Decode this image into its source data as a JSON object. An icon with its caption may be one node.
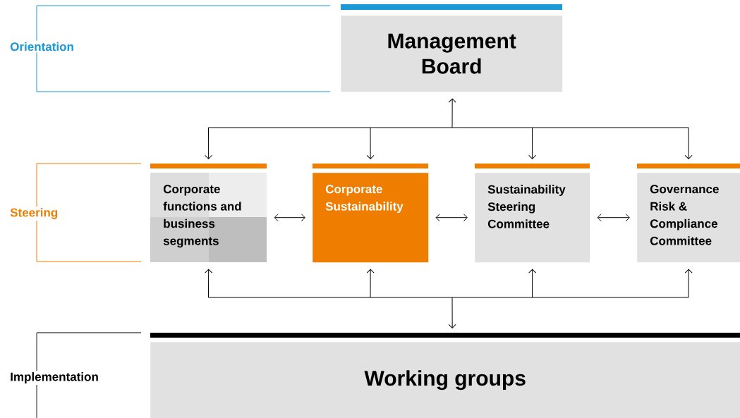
{
  "diagram": {
    "nodes": [
      {
        "text": [
          "Management Board"
        ]
      },
      {
        "text": [
          "Corporate functions and business segments"
        ]
      },
      {
        "text": [
          "Corporate Sustainability"
        ]
      },
      {
        "text": [
          "Sustainability Steering Committee"
        ]
      },
      {
        "text": [
          "Governance Risk & Compliance Committee"
        ]
      },
      {
        "text": [
          "Working groups"
        ]
      }
    ],
    "edges": [
      {
        "from": 0,
        "to": 1,
        "arrow": "both"
      },
      {
        "from": 0,
        "to": 2,
        "arrow": "both"
      },
      {
        "from": 0,
        "to": 3,
        "arrow": "both"
      },
      {
        "from": 0,
        "to": 4,
        "arrow": "both"
      },
      {
        "from": 1,
        "to": 2,
        "arrow": "both"
      },
      {
        "from": 2,
        "to": 3,
        "arrow": "both"
      },
      {
        "from": 3,
        "to": 4,
        "arrow": "both"
      },
      {
        "from": 5,
        "to": 1,
        "arrow": "both"
      },
      {
        "from": 5,
        "to": 2,
        "arrow": "both"
      },
      {
        "from": 5,
        "to": 3,
        "arrow": "both"
      },
      {
        "from": 5,
        "to": 4,
        "arrow": "both"
      }
    ],
    "labels": [
      "Orientation",
      "Steering",
      "Implementation"
    ]
  }
}
